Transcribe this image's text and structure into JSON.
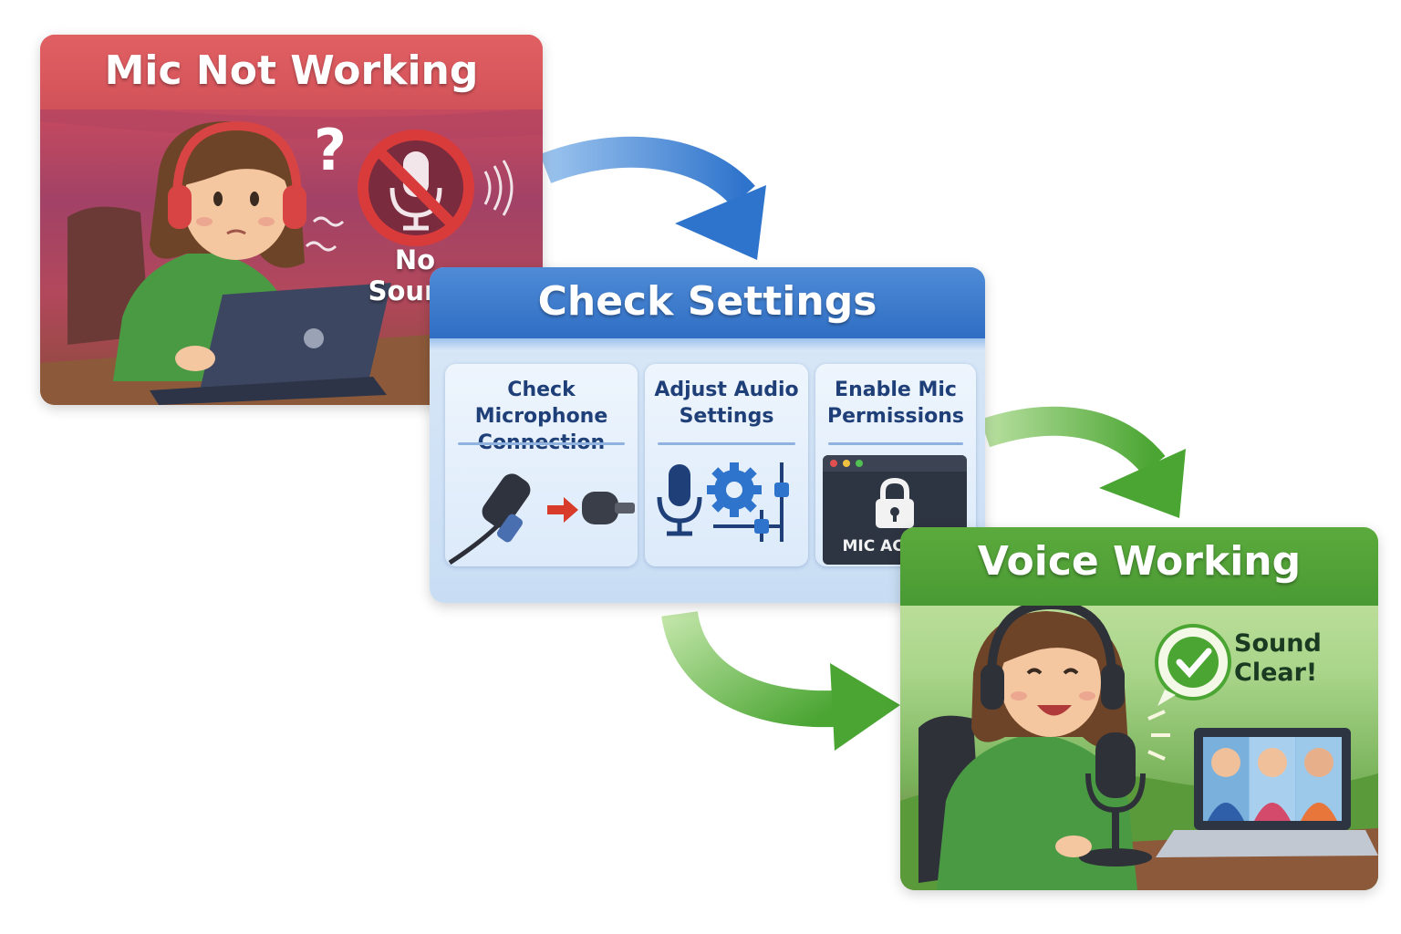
{
  "steps": {
    "problem": {
      "title": "Mic Not Working",
      "status_label": "No Sound"
    },
    "settings": {
      "title": "Check Settings",
      "panels": [
        {
          "line1": "Check Microphone",
          "line2": "Connection"
        },
        {
          "line1": "Adjust Audio",
          "line2": "Settings"
        },
        {
          "line1": "Enable Mic",
          "line2": "Permissions",
          "badge": "MIC ACCESS"
        }
      ]
    },
    "solved": {
      "title": "Voice Working",
      "bubble_line1": "Sound",
      "bubble_line2": "Clear!"
    }
  },
  "colors": {
    "problem": "#d2525a",
    "settings": "#3a78c8",
    "solved": "#4f9f36",
    "arrow_blue": "#3b7fd0",
    "arrow_green": "#5fb53e"
  },
  "icons": [
    "question-mark-icon",
    "muted-mic-icon",
    "sound-waves-icon",
    "plug-icon",
    "mic-icon",
    "gear-icon",
    "sliders-icon",
    "lock-icon",
    "checkmark-icon"
  ]
}
